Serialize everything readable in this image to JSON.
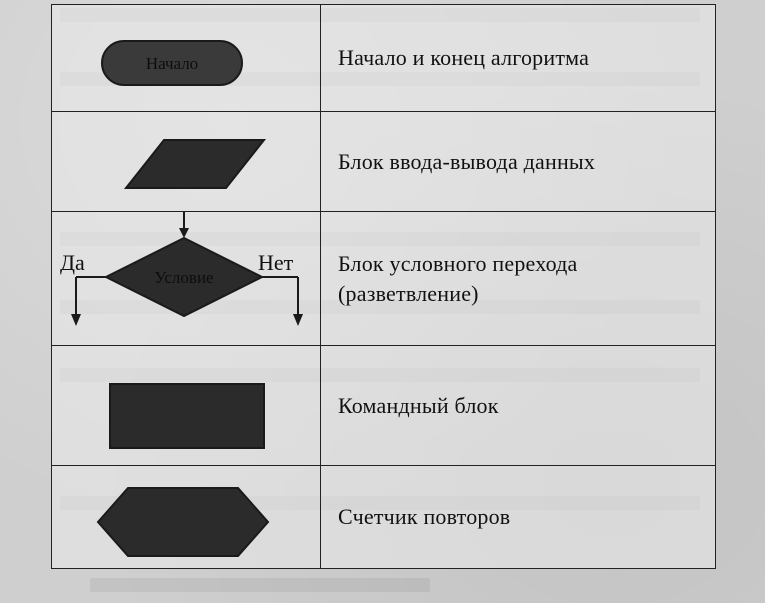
{
  "rows": [
    {
      "symbol": "terminator",
      "symbol_label": "Начало",
      "description_lines": [
        "Начало и конец алгоритма"
      ]
    },
    {
      "symbol": "parallelogram",
      "symbol_label": "",
      "description_lines": [
        "Блок ввода-вывода данных"
      ]
    },
    {
      "symbol": "diamond",
      "symbol_label": "Условие",
      "yes_label": "Да",
      "no_label": "Нет",
      "description_lines": [
        "Блок условного перехода",
        "(разветвление)"
      ]
    },
    {
      "symbol": "rectangle",
      "symbol_label": "",
      "description_lines": [
        "Командный блок"
      ]
    },
    {
      "symbol": "hexagon",
      "symbol_label": "",
      "description_lines": [
        "Счетчик повторов"
      ]
    }
  ],
  "colors": {
    "shape_fill": "#2b2b2b",
    "terminator_fill": "#3a3a3a",
    "line": "#1a1a1a"
  }
}
